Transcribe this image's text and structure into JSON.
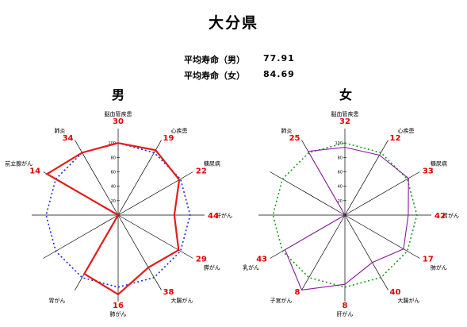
{
  "title": "大分県",
  "stats": [
    {
      "label": "平均寿命（男）",
      "value": "77.91"
    },
    {
      "label": "平均寿命（女）",
      "value": "84.69"
    }
  ],
  "chart_data": [
    {
      "type": "radar",
      "title": "男",
      "ticks": [
        "100",
        "80",
        "60",
        "40",
        "20"
      ],
      "reference_value": 100,
      "rmax": 120,
      "axes": [
        {
          "label": "脳血管疾患",
          "rank": "30",
          "value": 100
        },
        {
          "label": "心疾患",
          "rank": "19",
          "value": 104
        },
        {
          "label": "糖尿病",
          "rank": "22",
          "value": 98
        },
        {
          "label": "肝がん",
          "rank": "44",
          "value": 78
        },
        {
          "label": "膵がん",
          "rank": "29",
          "value": 97
        },
        {
          "label": "大腸がん",
          "rank": "38",
          "value": 84
        },
        {
          "label": "肺がん",
          "rank": "16",
          "value": 110
        },
        {
          "label": "胃がん",
          "rank": "",
          "value": 94
        },
        {
          "label": "",
          "rank": "",
          "value": 0
        },
        {
          "label": "",
          "rank": "",
          "value": 0
        },
        {
          "label": "前立腺がん",
          "rank": "14",
          "value": 114
        },
        {
          "label": "肺炎",
          "rank": "34",
          "value": 100
        }
      ],
      "colors": {
        "line": "#e41c1c",
        "reference": "#1a2ad8"
      }
    },
    {
      "type": "radar",
      "title": "女",
      "ticks": [
        "100",
        "80",
        "60",
        "40",
        "20"
      ],
      "reference_value": 100,
      "rmax": 120,
      "axes": [
        {
          "label": "脳血管疾患",
          "rank": "32",
          "value": 94
        },
        {
          "label": "心疾患",
          "rank": "12",
          "value": 96
        },
        {
          "label": "糖尿病",
          "rank": "33",
          "value": 102
        },
        {
          "label": "胃がん",
          "rank": "42",
          "value": 88
        },
        {
          "label": "肺がん",
          "rank": "17",
          "value": 94
        },
        {
          "label": "大腸がん",
          "rank": "40",
          "value": 76
        },
        {
          "label": "肝がん",
          "rank": "8",
          "value": 96
        },
        {
          "label": "子宮がん",
          "rank": "8",
          "value": 120
        },
        {
          "label": "乳がん",
          "rank": "43",
          "value": 96
        },
        {
          "label": "",
          "rank": "",
          "value": 0
        },
        {
          "label": "",
          "rank": "",
          "value": 0
        },
        {
          "label": "肺炎",
          "rank": "25",
          "value": 102
        }
      ],
      "colors": {
        "line": "#8a1a9a",
        "reference": "#1a9a1a"
      }
    }
  ]
}
